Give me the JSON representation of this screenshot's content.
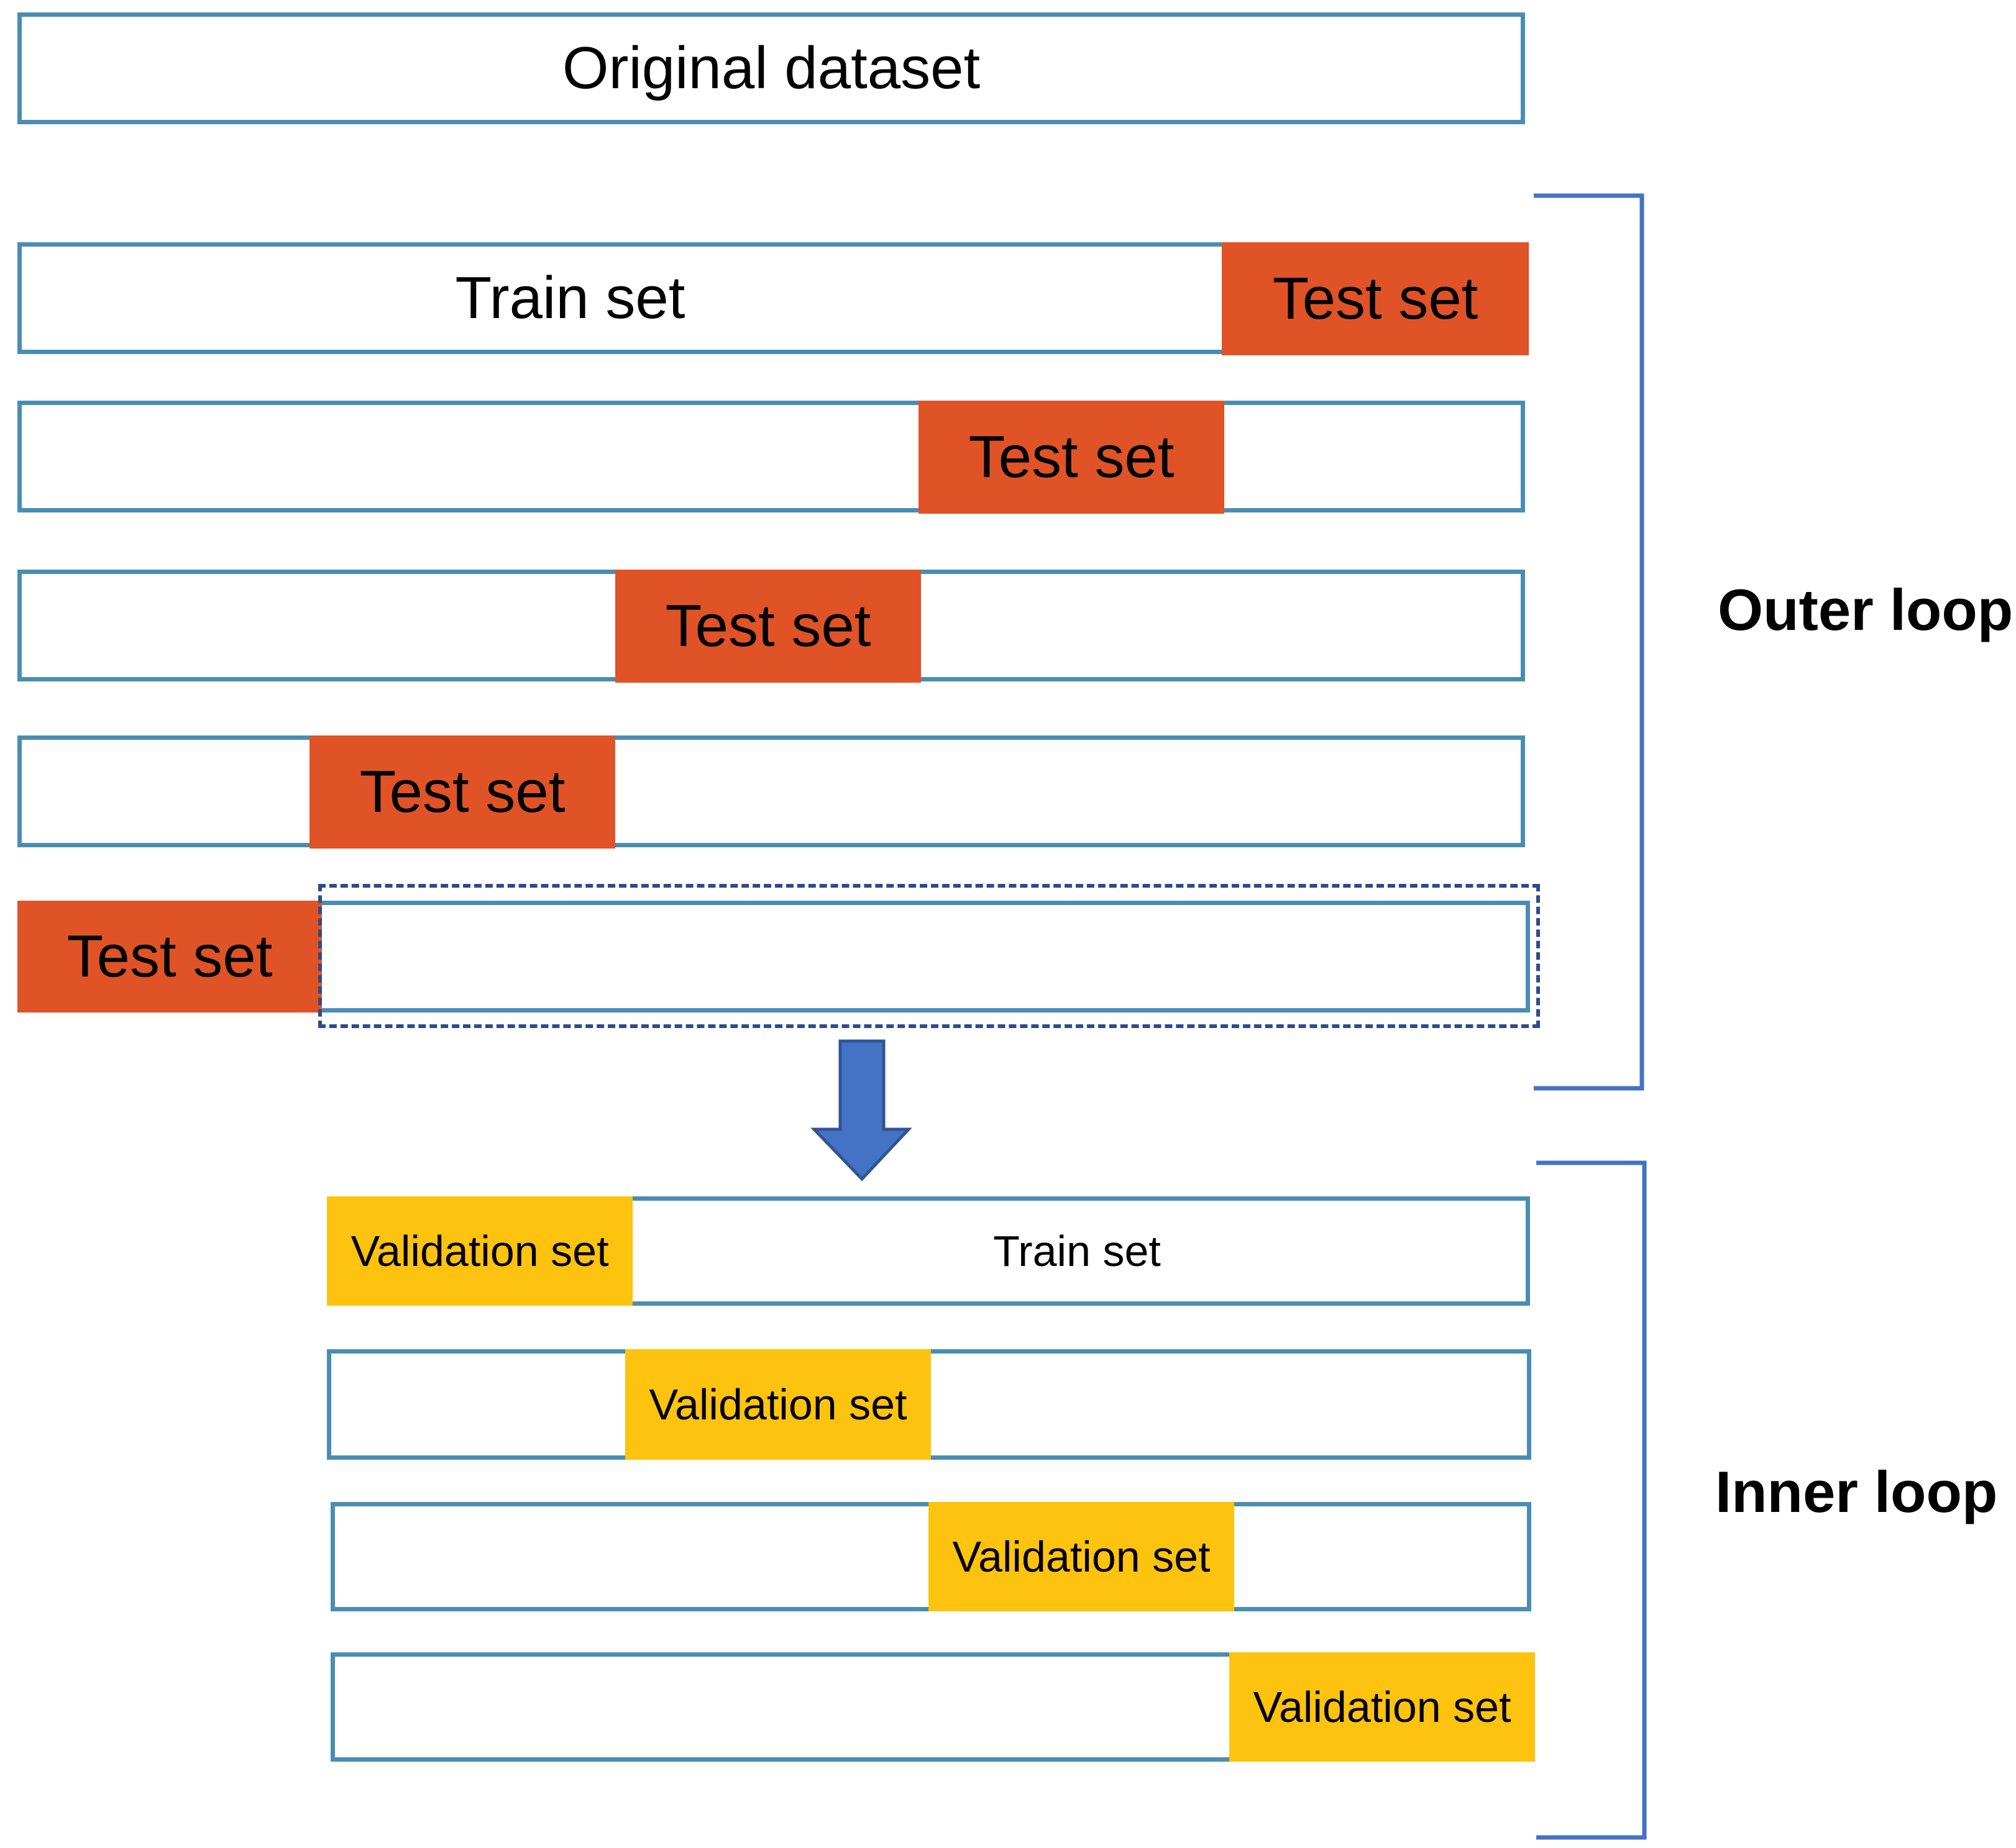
{
  "original": {
    "label": "Original dataset"
  },
  "outer": {
    "train_label": "Train set",
    "test_label": "Test set",
    "loop_label": "Outer loop"
  },
  "inner": {
    "train_label": "Train set",
    "validation_label": "Validation set",
    "loop_label": "Inner loop"
  },
  "colors": {
    "test": "#e05326",
    "validation": "#fdc30e",
    "bar_border": "#4a8db2",
    "bracket": "#4472c4",
    "arrow": "#4472c4",
    "dashed": "#2c4a8e"
  },
  "arrow_icon": "down-arrow-icon"
}
